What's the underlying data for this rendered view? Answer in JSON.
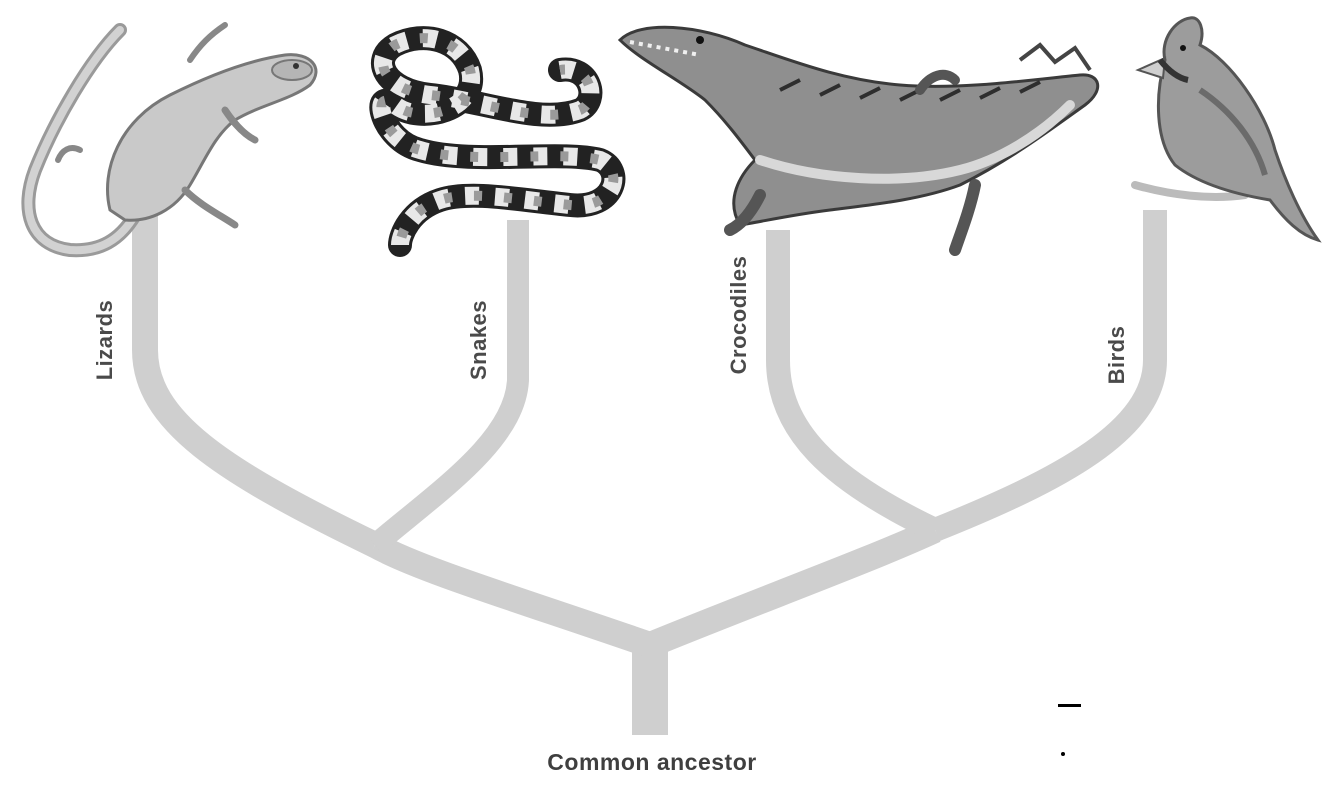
{
  "diagram": {
    "taxa": [
      {
        "label": "Lizards",
        "icon": "lizard-icon"
      },
      {
        "label": "Snakes",
        "icon": "snake-icon"
      },
      {
        "label": "Crocodiles",
        "icon": "crocodile-icon"
      },
      {
        "label": "Birds",
        "icon": "bird-icon"
      }
    ],
    "root_label": "Common ancestor",
    "colors": {
      "branch": "#cfcfcf",
      "label": "#4a4a4a",
      "background": "#ffffff"
    }
  }
}
